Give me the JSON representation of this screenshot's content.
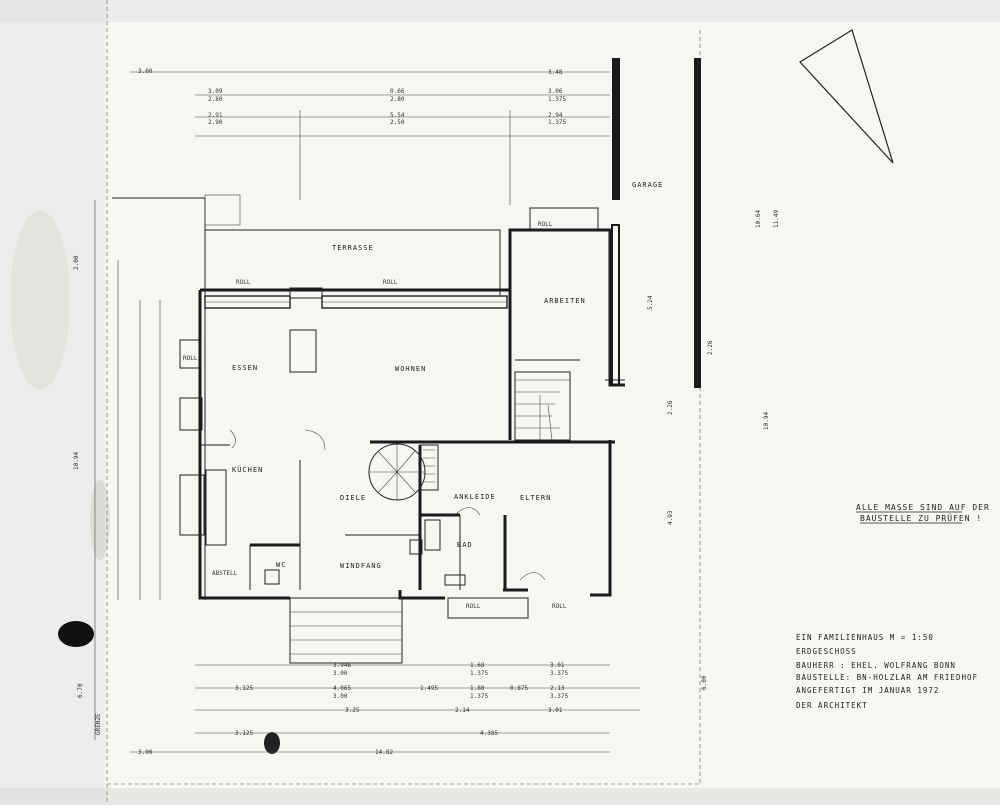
{
  "rooms": {
    "garage": "GARAGE",
    "terrasse": "TERRASSE",
    "arbeiten": "ARBEITEN",
    "essen": "ESSEN",
    "wohnen": "WOHNEN",
    "kuechen": "KÜCHEN",
    "diele": "DIELE",
    "ankleide": "ANKLEIDE",
    "eltern": "ELTERN",
    "bad": "BAD",
    "wc": "WC",
    "windfang": "WINDFANG",
    "abstell": "ABSTELL"
  },
  "labels": {
    "roll": "ROLL",
    "grenze": "GRENZE"
  },
  "note": {
    "line1": "ALLE MASSE SIND AUF DER",
    "line2": "BAUSTELLE ZU PRÜFEN !"
  },
  "title_block": {
    "line1": "EIN FAMILIENHAUS        M = 1:50",
    "line2": "ERDGESCHOSS",
    "line3": "BAUHERR : EHEL. WOLFRANG BONN",
    "line4": "BAUSTELLE: BN-HOLZLAR AM FRIEDHOF",
    "line5": "ANGEFERTIGT   IM JANUAR        1972",
    "line6": "DER ARCHITEKT"
  },
  "dimensions": {
    "d300a": "3.00",
    "d309": "3.09",
    "d280a": "2.80",
    "d066": "0.66",
    "d280b": "2.80",
    "d348": "3.48",
    "d306": "3.06",
    "d1375a": "1.375",
    "d291": "2.91",
    "d290": "2.90",
    "d554": "5.54",
    "d250": "2.50",
    "d294": "2.94",
    "d1375b": "1.375",
    "d200": "2.00",
    "d1094": "10.94",
    "d1064": "10.64",
    "d1149": "11.49",
    "d524": "5.24",
    "d226": "2.26",
    "d1094b": "10.94",
    "d226b": "2.26",
    "d3946": "3.946",
    "d300b": "3.00",
    "d168": "1.68",
    "d1375c": "1.375",
    "d301": "3.01",
    "d3375": "3.375",
    "d3125": "3.125",
    "d4065": "4.065",
    "d300c": "3.00",
    "d1495": "1.495",
    "d180": "1.80",
    "d1375d": "1.375",
    "d875": "0.875",
    "d213": "2.13",
    "d3375b": "3.375",
    "d325": "3.25",
    "d214": "2.14",
    "d301b": "3.01",
    "d4385": "4.385",
    "d3125b": "3.125",
    "d1482": "14.82",
    "d300d": "3.00",
    "d670": "6.70",
    "d600": "6.00",
    "d493": "4.93"
  }
}
